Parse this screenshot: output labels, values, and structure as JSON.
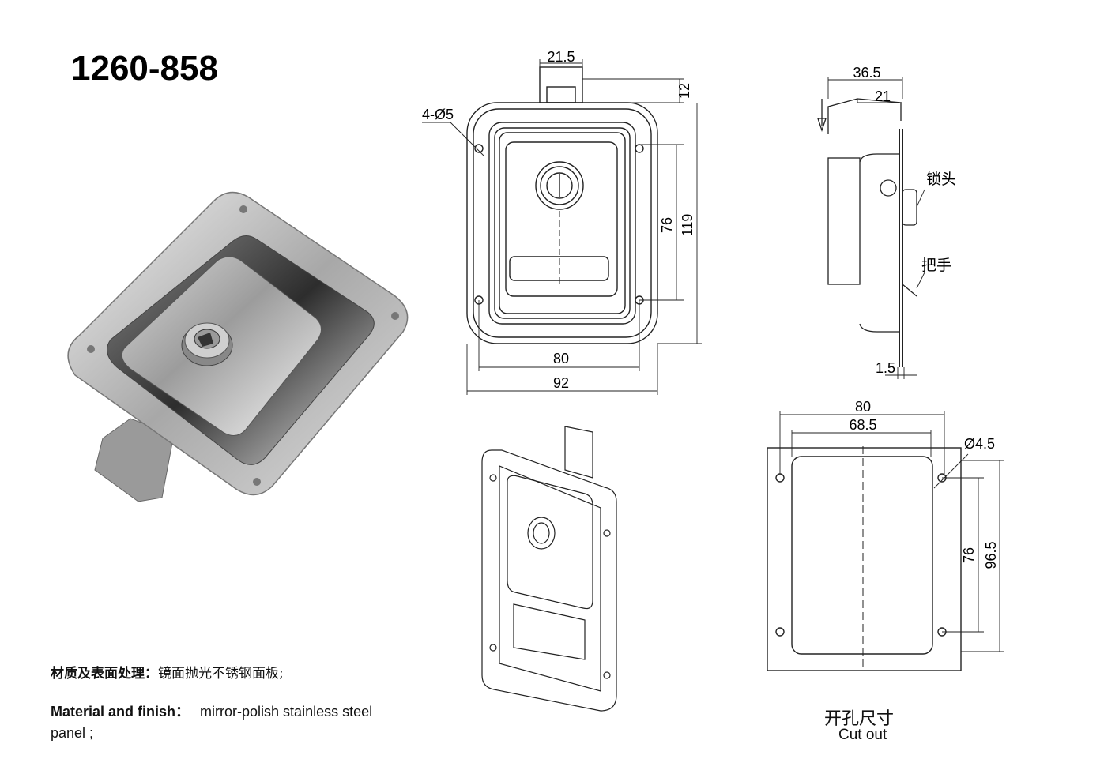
{
  "model_number": "1260-858",
  "material": {
    "cn_label": "材质及表面处理：",
    "cn_value": "镜面抛光不锈钢面板;",
    "en_label": "Material and finish：",
    "en_value": "mirror-polish stainless steel",
    "en_value2": "panel ;"
  },
  "front_view": {
    "dim_top": "21.5",
    "dim_top_height": "12",
    "hole_label": "4-Ø5",
    "dim_hole_vertical": "76",
    "dim_total_height": "119",
    "dim_hole_horizontal": "80",
    "dim_total_width": "92"
  },
  "side_view": {
    "dim_depth": "36.5",
    "dim_depth2": "21",
    "dim_thickness": "1.5",
    "label_lock": "锁头",
    "label_handle": "把手"
  },
  "cutout_view": {
    "dim_outer_width": "80",
    "dim_inner_width": "68.5",
    "hole_label": "Ø4.5",
    "dim_hole_vertical": "76",
    "dim_height": "96.5",
    "title_cn": "开孔尺寸",
    "title_en": "Cut out"
  },
  "colors": {
    "line": "#222222",
    "steel_dark": "#5a5a5a",
    "steel_light": "#e8e8e8"
  }
}
